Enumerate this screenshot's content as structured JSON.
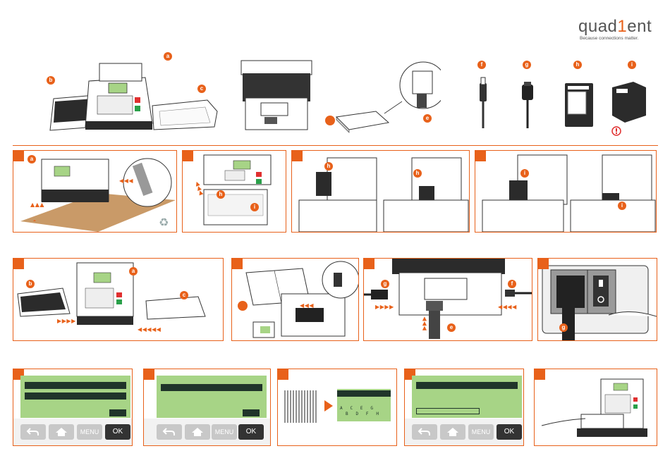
{
  "brand": {
    "logo_prefix": "quad",
    "logo_i": "1",
    "logo_suffix": "ent",
    "tagline": "Because connections matter."
  },
  "parts": {
    "a": "a",
    "b": "b",
    "c": "c",
    "e": "e",
    "f": "f",
    "g": "g",
    "h": "h",
    "i": "i"
  },
  "screens": {
    "menu_label": "MENU",
    "ok_label": "OK",
    "scan_letters_top": "A   C   E   G",
    "scan_letters_bottom": "B   D   F   H",
    "scan_highlight": "F"
  },
  "colors": {
    "accent": "#e8611a",
    "lcd": "#a7d486",
    "lcd_bar": "#20352a"
  }
}
